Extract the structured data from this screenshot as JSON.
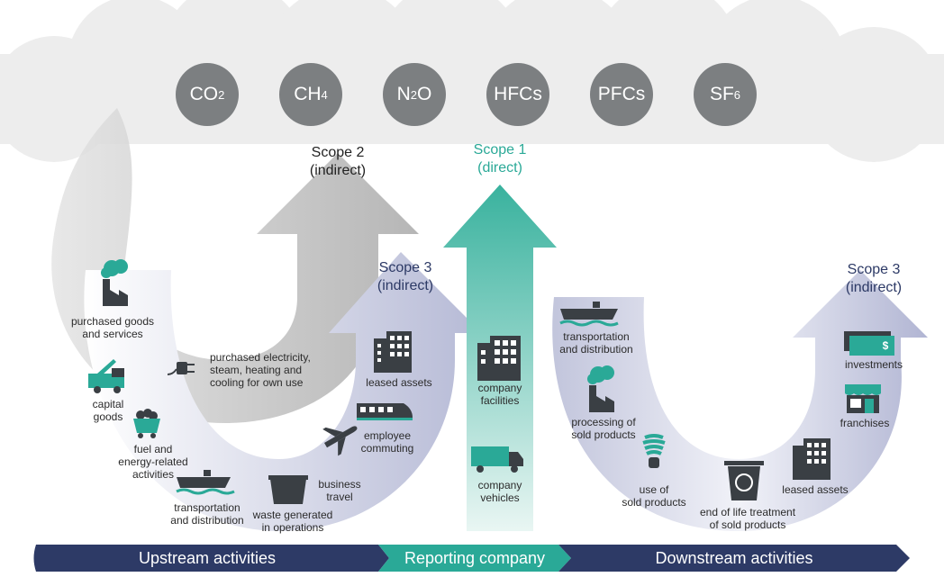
{
  "gases": [
    {
      "base": "CO",
      "sub": "2"
    },
    {
      "base": "CH",
      "sub": "4"
    },
    {
      "base": "N",
      "sub": "2",
      "tail": "O"
    },
    {
      "base": "HFCs",
      "sub": ""
    },
    {
      "base": "PFCs",
      "sub": ""
    },
    {
      "base": "SF",
      "sub": "6"
    }
  ],
  "scopes": {
    "scope2": {
      "title": "Scope 2",
      "subtitle": "(indirect)"
    },
    "scope1": {
      "title": "Scope 1",
      "subtitle": "(direct)"
    },
    "scope3_upstream": {
      "title": "Scope 3",
      "subtitle": "(indirect)"
    },
    "scope3_downstream": {
      "title": "Scope 3",
      "subtitle": "(indirect)"
    }
  },
  "upstream_items": {
    "purchased_goods": "purchased goods\nand services",
    "capital_goods": "capital\ngoods",
    "fuel_energy": "fuel and\nenergy-related\nactivities",
    "transportation": "transportation\nand distribution",
    "waste": "waste generated\nin operations",
    "business_travel": "business\ntravel",
    "employee_commuting": "employee\ncommuting",
    "leased_assets": "leased assets"
  },
  "scope2_item": "purchased electricity,\nsteam, heating and\ncooling for own use",
  "scope1_items": {
    "facilities": "company\nfacilities",
    "vehicles": "company\nvehicles"
  },
  "downstream_items": {
    "transportation": "transportation\nand distribution",
    "processing": "processing of\nsold products",
    "use": "use of\nsold products",
    "end_of_life": "end of life treatment\nof sold products",
    "leased_assets": "leased assets",
    "franchises": "franchises",
    "investments": "investments",
    "investments_symbol": "$"
  },
  "bands": {
    "upstream": "Upstream activities",
    "reporting": "Reporting company",
    "downstream": "Downstream activities"
  },
  "colors": {
    "teal": "#2aa997",
    "navy": "#2d3a66",
    "gas_gray": "#7c7f81",
    "cloud": "#ededed",
    "dark_icon": "#3a3f44"
  }
}
